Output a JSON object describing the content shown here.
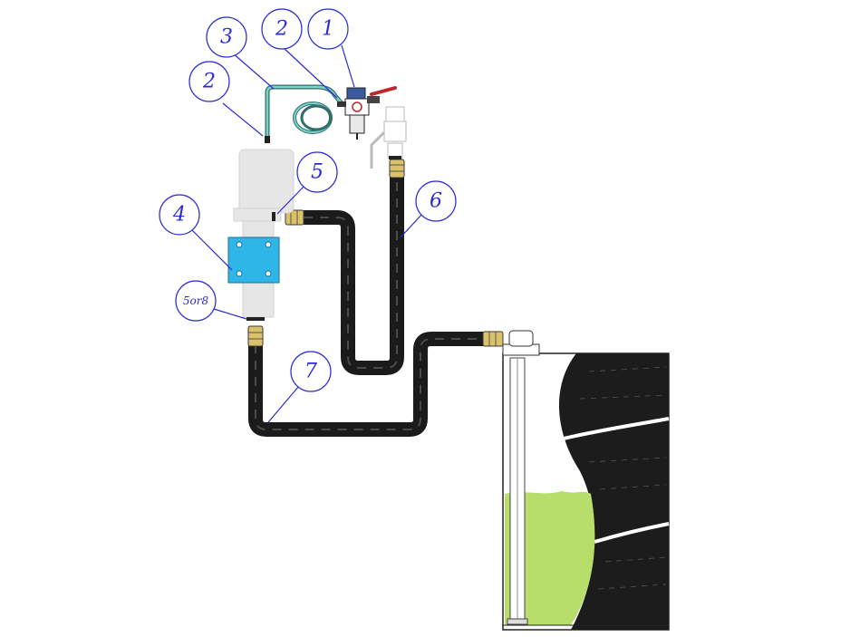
{
  "callouts": [
    {
      "id": "c1",
      "label": "1"
    },
    {
      "id": "c2a",
      "label": "2"
    },
    {
      "id": "c2b",
      "label": "2"
    },
    {
      "id": "c3",
      "label": "3"
    },
    {
      "id": "c4",
      "label": "4"
    },
    {
      "id": "c5",
      "label": "5"
    },
    {
      "id": "c5or8",
      "label": "5or8"
    },
    {
      "id": "c6",
      "label": "6"
    },
    {
      "id": "c7",
      "label": "7"
    }
  ],
  "colors": {
    "callout": "#2b2bd6",
    "hose": "#1b1b1b",
    "fitting": "#d9c26a",
    "bracket": "#2fb6e8",
    "liquid": "#b7dd6b",
    "air_hose": "#4aa6a0",
    "valve_handle": "#c0262b"
  }
}
